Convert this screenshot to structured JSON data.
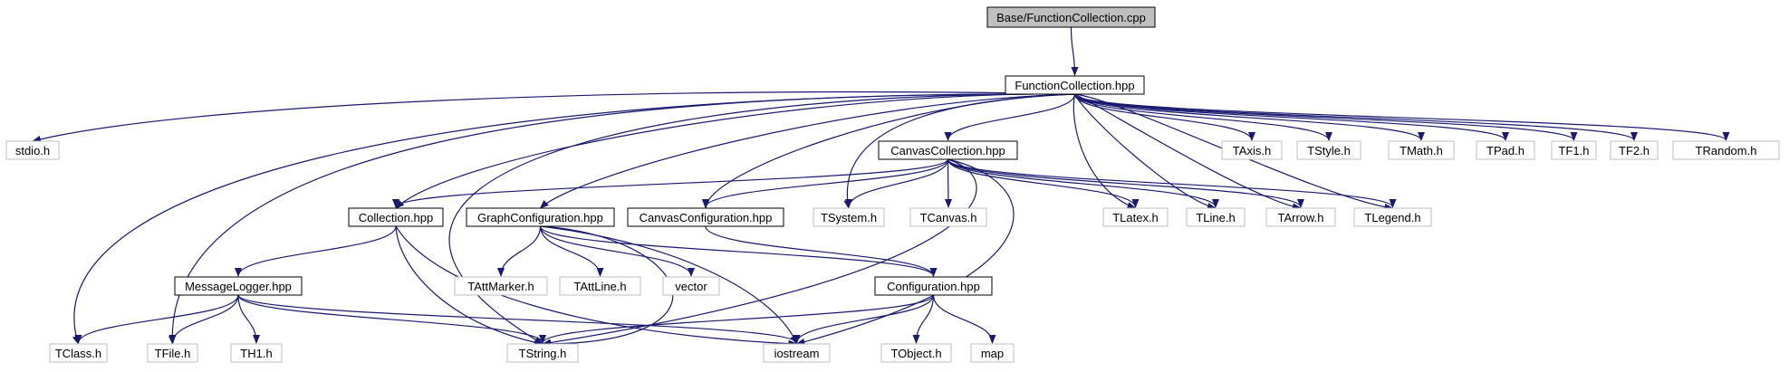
{
  "diagram": {
    "title": "Base/FunctionCollection.cpp",
    "colors": {
      "edge": "#191970",
      "root_fill": "#bfbfbf",
      "root_stroke": "#000000",
      "local_stroke": "#000000",
      "external_stroke": "#bfbfbf",
      "text": "#000000",
      "external_text": "#000000"
    },
    "nodes": [
      {
        "id": "root",
        "label": "Base/FunctionCollection.cpp",
        "kind": "root"
      },
      {
        "id": "fc",
        "label": "FunctionCollection.hpp",
        "kind": "local"
      },
      {
        "id": "stdio",
        "label": "stdio.h",
        "kind": "external"
      },
      {
        "id": "tclass",
        "label": "TClass.h",
        "kind": "external"
      },
      {
        "id": "tfile",
        "label": "TFile.h",
        "kind": "external"
      },
      {
        "id": "tstring",
        "label": "TString.h",
        "kind": "external"
      },
      {
        "id": "collection",
        "label": "Collection.hpp",
        "kind": "local"
      },
      {
        "id": "graphconf",
        "label": "GraphConfiguration.hpp",
        "kind": "local"
      },
      {
        "id": "canvasconf",
        "label": "CanvasConfiguration.hpp",
        "kind": "local"
      },
      {
        "id": "canvascoll",
        "label": "CanvasCollection.hpp",
        "kind": "local"
      },
      {
        "id": "tsystem",
        "label": "TSystem.h",
        "kind": "external"
      },
      {
        "id": "tcanvas",
        "label": "TCanvas.h",
        "kind": "external"
      },
      {
        "id": "tlatex",
        "label": "TLatex.h",
        "kind": "external"
      },
      {
        "id": "tline",
        "label": "TLine.h",
        "kind": "external"
      },
      {
        "id": "tarrow",
        "label": "TArrow.h",
        "kind": "external"
      },
      {
        "id": "tlegend",
        "label": "TLegend.h",
        "kind": "external"
      },
      {
        "id": "taxis",
        "label": "TAxis.h",
        "kind": "external"
      },
      {
        "id": "tstyle",
        "label": "TStyle.h",
        "kind": "external"
      },
      {
        "id": "tmath",
        "label": "TMath.h",
        "kind": "external"
      },
      {
        "id": "tpad",
        "label": "TPad.h",
        "kind": "external"
      },
      {
        "id": "tf1",
        "label": "TF1.h",
        "kind": "external"
      },
      {
        "id": "tf2",
        "label": "TF2.h",
        "kind": "external"
      },
      {
        "id": "trandom",
        "label": "TRandom.h",
        "kind": "external"
      },
      {
        "id": "msglogger",
        "label": "MessageLogger.hpp",
        "kind": "local"
      },
      {
        "id": "tattmarker",
        "label": "TAttMarker.h",
        "kind": "external"
      },
      {
        "id": "tattline",
        "label": "TAttLine.h",
        "kind": "external"
      },
      {
        "id": "vector",
        "label": "vector",
        "kind": "external"
      },
      {
        "id": "configuration",
        "label": "Configuration.hpp",
        "kind": "local"
      },
      {
        "id": "th1",
        "label": "TH1.h",
        "kind": "external"
      },
      {
        "id": "iostream",
        "label": "iostream",
        "kind": "external"
      },
      {
        "id": "tobject",
        "label": "TObject.h",
        "kind": "external"
      },
      {
        "id": "map",
        "label": "map",
        "kind": "external"
      }
    ],
    "edges": [
      [
        "root",
        "fc"
      ],
      [
        "fc",
        "stdio"
      ],
      [
        "fc",
        "tclass"
      ],
      [
        "fc",
        "tfile"
      ],
      [
        "fc",
        "tstring"
      ],
      [
        "fc",
        "collection"
      ],
      [
        "fc",
        "graphconf"
      ],
      [
        "fc",
        "canvasconf"
      ],
      [
        "fc",
        "tsystem"
      ],
      [
        "fc",
        "canvascoll"
      ],
      [
        "fc",
        "tlatex"
      ],
      [
        "fc",
        "tline"
      ],
      [
        "fc",
        "tarrow"
      ],
      [
        "fc",
        "tlegend"
      ],
      [
        "fc",
        "taxis"
      ],
      [
        "fc",
        "tstyle"
      ],
      [
        "fc",
        "tmath"
      ],
      [
        "fc",
        "tpad"
      ],
      [
        "fc",
        "tf1"
      ],
      [
        "fc",
        "tf2"
      ],
      [
        "fc",
        "trandom"
      ],
      [
        "canvascoll",
        "collection"
      ],
      [
        "canvascoll",
        "canvasconf"
      ],
      [
        "canvascoll",
        "tsystem"
      ],
      [
        "canvascoll",
        "tcanvas"
      ],
      [
        "canvascoll",
        "tlatex"
      ],
      [
        "canvascoll",
        "tline"
      ],
      [
        "canvascoll",
        "tarrow"
      ],
      [
        "canvascoll",
        "tlegend"
      ],
      [
        "canvascoll",
        "tstring"
      ],
      [
        "canvascoll",
        "iostream"
      ],
      [
        "collection",
        "msglogger"
      ],
      [
        "collection",
        "tstring"
      ],
      [
        "collection",
        "iostream"
      ],
      [
        "graphconf",
        "tattmarker"
      ],
      [
        "graphconf",
        "tattline"
      ],
      [
        "graphconf",
        "vector"
      ],
      [
        "graphconf",
        "configuration"
      ],
      [
        "graphconf",
        "tstring"
      ],
      [
        "graphconf",
        "iostream"
      ],
      [
        "canvasconf",
        "configuration"
      ],
      [
        "msglogger",
        "tclass"
      ],
      [
        "msglogger",
        "tfile"
      ],
      [
        "msglogger",
        "th1"
      ],
      [
        "msglogger",
        "tstring"
      ],
      [
        "msglogger",
        "iostream"
      ],
      [
        "configuration",
        "tstring"
      ],
      [
        "configuration",
        "iostream"
      ],
      [
        "configuration",
        "tobject"
      ],
      [
        "configuration",
        "map"
      ]
    ]
  }
}
